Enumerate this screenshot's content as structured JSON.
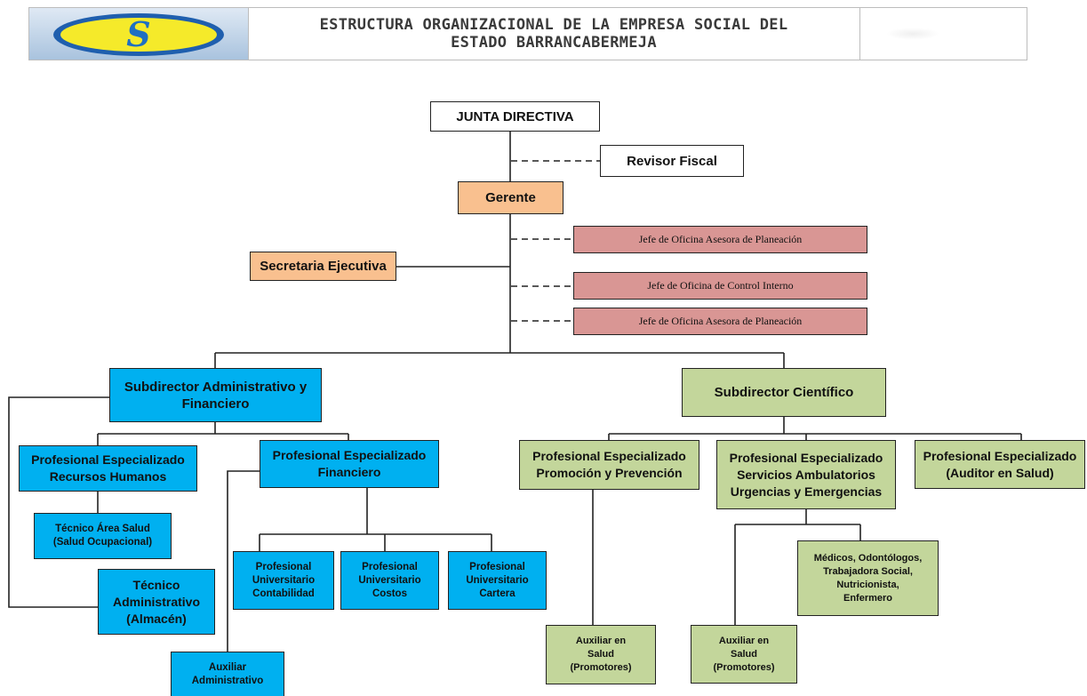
{
  "header": {
    "title_line1": "ESTRUCTURA ORGANIZACIONAL DE LA EMPRESA SOCIAL DEL",
    "title_line2": "ESTADO BARRANCABERMEJA",
    "logo_letter": "S"
  },
  "colors": {
    "logo_ellipse": "#f5ea2a",
    "logo_letter": "#1f6fc2",
    "orange": "#f9c08f",
    "rose": "#d99694",
    "blue": "#00b0f0",
    "green": "#c3d69b"
  },
  "org": {
    "junta": "JUNTA DIRECTIVA",
    "revisor": "Revisor Fiscal",
    "gerente": "Gerente",
    "jefe_planeacion_1": "Jefe de Oficina Asesora de Planeación",
    "secretaria": "Secretaria Ejecutiva",
    "jefe_control": "Jefe de Oficina de Control Interno",
    "jefe_planeacion_2": "Jefe de Oficina Asesora de Planeación",
    "sub_admin": [
      "Subdirector Administrativo y",
      "Financiero"
    ],
    "sub_cientifico": [
      "Subdirector Científico"
    ],
    "prof_rrhh": [
      "Profesional Especializado",
      "Recursos Humanos"
    ],
    "tecnico_salud": [
      "Técnico Área Salud",
      "(Salud Ocupacional)"
    ],
    "tecnico_admin": [
      "Técnico",
      "Administrativo",
      "(Almacén)"
    ],
    "prof_financiero": [
      "Profesional Especializado",
      "Financiero"
    ],
    "prof_contabilidad": [
      "Profesional",
      "Universitario",
      "Contabilidad"
    ],
    "prof_costos": [
      "Profesional",
      "Universitario",
      "Costos"
    ],
    "prof_cartera": [
      "Profesional",
      "Universitario",
      "Cartera"
    ],
    "auxiliar_admin": [
      "Auxiliar",
      "Administrativo"
    ],
    "prof_promocion": [
      "Profesional Especializado",
      "Promoción y Prevención"
    ],
    "prof_servicios": [
      "Profesional Especializado",
      "Servicios Ambulatorios",
      "Urgencias y Emergencias"
    ],
    "prof_auditor": [
      "Profesional Especializado",
      "(Auditor en Salud)"
    ],
    "medicos": [
      "Médicos, Odontólogos,",
      "Trabajadora Social,",
      "Nutricionista,",
      "Enfermero"
    ],
    "auxiliar_salud_1": [
      "Auxiliar en",
      "Salud",
      "(Promotores)"
    ],
    "auxiliar_salud_2": [
      "Auxiliar en",
      "Salud",
      "(Promotores)"
    ]
  }
}
